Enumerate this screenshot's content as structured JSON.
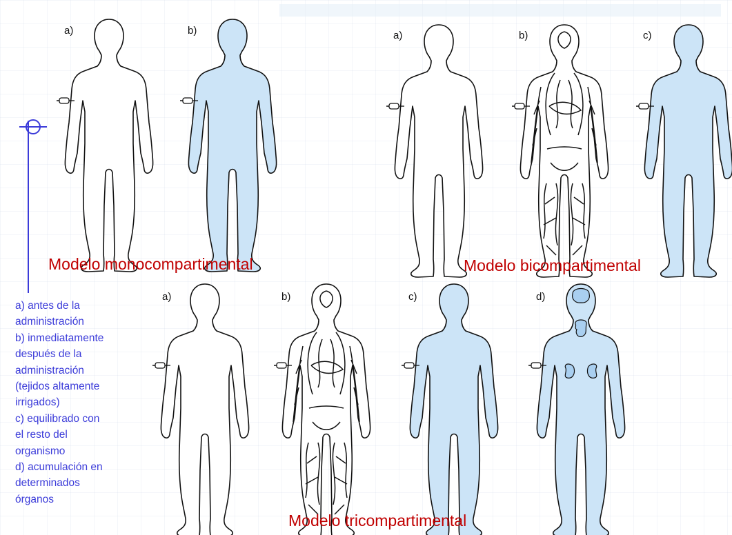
{
  "colors": {
    "compartment_fill": "#cce4f7",
    "outline": "#111111",
    "title_red": "#c00000",
    "legend_blue": "#3b3bd9"
  },
  "models": {
    "mono": {
      "title": "Modelo monocompartimental",
      "figures": [
        {
          "label": "a)",
          "state": "empty"
        },
        {
          "label": "b)",
          "state": "filled"
        }
      ]
    },
    "bi": {
      "title": "Modelo bicompartimental",
      "figures": [
        {
          "label": "a)",
          "state": "empty"
        },
        {
          "label": "b)",
          "state": "vessels"
        },
        {
          "label": "c)",
          "state": "filled"
        }
      ]
    },
    "tri": {
      "title": "Modelo tricompartimental",
      "figures": [
        {
          "label": "a)",
          "state": "empty"
        },
        {
          "label": "b)",
          "state": "vessels"
        },
        {
          "label": "c)",
          "state": "filled"
        },
        {
          "label": "d)",
          "state": "organs"
        }
      ]
    }
  },
  "legend": {
    "lines": [
      "a) antes de la",
      "administración",
      "b) inmediatamente",
      "después de la",
      "administración",
      "(tejidos altamente",
      "irrigados)",
      "c) equilibrado con",
      "el resto del",
      "organismo",
      "d) acumulación en",
      "determinados",
      "órganos"
    ]
  },
  "icons": {
    "syringe": "syringe-icon",
    "crosshair": "crosshair-icon"
  }
}
